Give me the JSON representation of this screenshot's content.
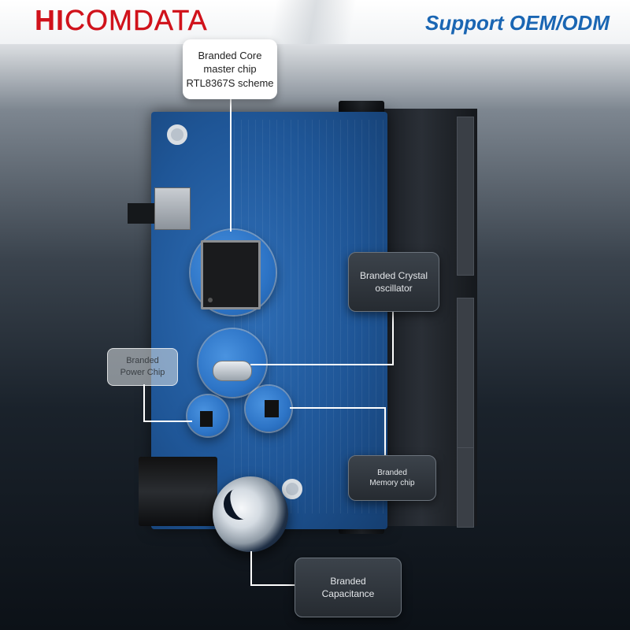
{
  "header": {
    "logo_hi": "HI",
    "logo_rest": "COMDATA",
    "tagline": "Support OEM/ODM"
  },
  "callouts": {
    "core_chip": "Branded Core\nmaster chip\nRTL8367S scheme",
    "crystal": "Branded Crystal\noscillator",
    "power_chip": "Branded\nPower Chip",
    "memory_chip": "Branded\nMemory chip",
    "capacitance": "Branded\nCapacitance"
  },
  "colors": {
    "brand_red": "#d0121b",
    "tagline_blue": "#1a66b3",
    "pcb_blue": "#1f5697"
  }
}
